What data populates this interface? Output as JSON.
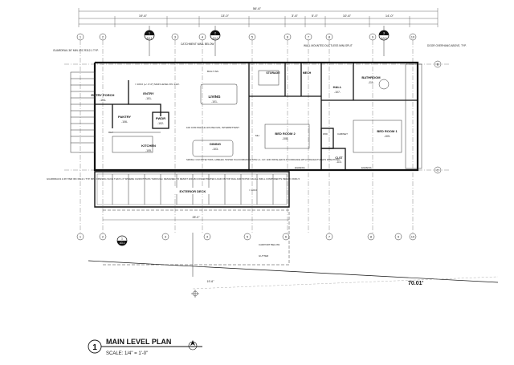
{
  "grid_bubbles_top": [
    "1",
    "2",
    "3",
    "4",
    "5",
    "6",
    "7",
    "8",
    "9",
    "10"
  ],
  "grid_bubbles_bottom": [
    "1",
    "2",
    "3",
    "4",
    "5",
    "6",
    "7",
    "8",
    "9",
    "10"
  ],
  "section_markers": [
    {
      "num": "1",
      "sheet": "A3.1"
    },
    {
      "num": "2",
      "sheet": "A3.0"
    },
    {
      "num": "3",
      "sheet": "A3.0"
    },
    {
      "num": "1",
      "sheet": "A3.1"
    }
  ],
  "dims_top": [
    "56'-6\"",
    "19'-6\"",
    "13'-0\"",
    "3'-6\"",
    "5'-0\"",
    "10'-6\"",
    "14'-0\""
  ],
  "rooms": [
    {
      "name": "ENTRY PORCH",
      "num": "-104-"
    },
    {
      "name": "ENTRY",
      "num": "-101-"
    },
    {
      "name": "LIVING",
      "num": "-101-"
    },
    {
      "name": "PANTRY",
      "num": "-106-"
    },
    {
      "name": "PWDR",
      "num": "-102-"
    },
    {
      "name": "KITCHEN",
      "num": "-105-"
    },
    {
      "name": "DINING",
      "num": "-103-"
    },
    {
      "name": "STORAGE",
      "num": ""
    },
    {
      "name": "MECH",
      "num": ""
    },
    {
      "name": "HALL",
      "num": "-107-"
    },
    {
      "name": "BATHROOM",
      "num": "-111-"
    },
    {
      "name": "BED ROOM 2",
      "num": "-108-"
    },
    {
      "name": "BED ROOM 1",
      "num": "-109-"
    },
    {
      "name": "CLST",
      "num": "-110-"
    },
    {
      "name": "EXTERIOR DECK",
      "num": ""
    }
  ],
  "notes": {
    "catchment": "CATCHMENT WALL BELOW",
    "wall_mounted": "WALL MOUNTED DUCTLESS MINI-SPLIT",
    "door_overhang": "DOOR OVERHANG ABOVE, TYP.",
    "guardrail": "GUARDRAIL 36\" MIN. IRC R312.1 TYP.",
    "level": "= 100.0 (+/- 0'-0\") MAIN LEVEL FIN. FLR.",
    "fan": "100 CFM WHOLE HOUSE FAN, INTERMITTENT",
    "smoke": "SMOKE / CO2 DETECTORS, LABELED, TESTED IN ACCORDANCE WITH U.L. 127, AND INSTALLED IN ACCORDANCE WITH MANUFACTURER'S DIRECTIONS",
    "guardrail_left": "GUARDRAILS & 36\" PER IRC R312.1 TYP. MIN. OPENING SUCH THAT A 4\" SPHERE CANNOT PASS THROUGH. DESIGNED TO RESIST 200 LB CONCENTRATED LOAD ON TOP RAIL AND 50 PSF ON ALL INFILL COMPONENTS PER IRC R301.5",
    "carport": "CARPORT BELOW",
    "gutter": "GUTTER",
    "egress": "EGRESS",
    "deck_level": "= 100.0",
    "builtins": "BUILT INS",
    "mh": "MH",
    "ref": "REF",
    "washer": "W/D",
    "cabinet": "CABINET",
    "grid_b": "B",
    "grid_c": "C"
  },
  "total_dim": "70.01'",
  "deck_dim": "28'-0\"",
  "bottom_dim": "19'-6\"",
  "title_block": {
    "number": "1",
    "title": "MAIN LEVEL PLAN",
    "scale": "SCALE: 1/4\" = 1'-0\""
  }
}
